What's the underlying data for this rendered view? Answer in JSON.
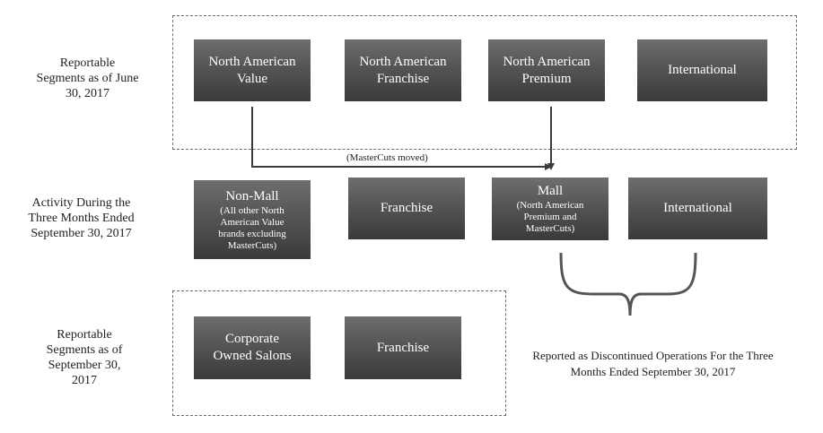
{
  "rows": {
    "row1_label": "Reportable Segments as of June 30, 2017",
    "row2_label": "Activity During the Three Months Ended September 30, 2017",
    "row3_label": "Reportable Segments as of September 30, 2017"
  },
  "top_segments": [
    {
      "label": "North American\nValue"
    },
    {
      "label": "North American\nFranchise"
    },
    {
      "label": "North American\nPremium"
    },
    {
      "label": "International"
    }
  ],
  "middle_segments": {
    "nonmall": {
      "title": "Non-Mall",
      "sub": "(All other North\nAmerican Value\nbrands excluding\nMasterCuts)"
    },
    "franchise": {
      "title": "Franchise"
    },
    "mall": {
      "title": "Mall",
      "sub": "(North American\nPremium and\nMasterCuts)"
    },
    "international": {
      "title": "International"
    }
  },
  "bottom_segments": [
    {
      "label": "Corporate\nOwned Salons"
    },
    {
      "label": "Franchise"
    }
  ],
  "arrow_label": "(MasterCuts moved)",
  "discontinued_note": "Reported as Discontinued Operations For the Three Months Ended September 30, 2017"
}
